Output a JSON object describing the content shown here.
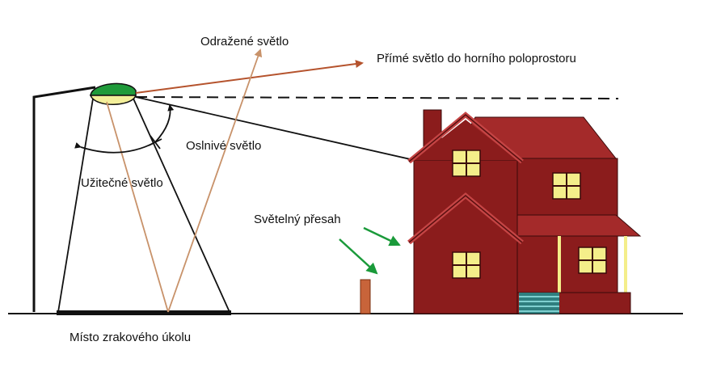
{
  "labels": {
    "reflected_light": "Odražené světlo",
    "direct_upward_light": "Přímé světlo do horního poloprostoru",
    "glare_light": "Oslnivé světlo",
    "useful_light": "Užitečné světlo",
    "light_trespass": "Světelný přesah",
    "visual_task_area": "Místo zrakového úkolu"
  },
  "colors": {
    "reflected_ray": "#c8926a",
    "arrow_brown": "#b5532d",
    "trespass_arrow": "#1a9a3a",
    "house_wall": "#8b1c1c",
    "house_roof": "#a42a2a",
    "window": "#f4ee8a",
    "lamp_top": "#1f9a3a",
    "lamp_bottom": "#f3ef9a",
    "bollard": "#c8643a",
    "steps": "#4aa2a2"
  }
}
